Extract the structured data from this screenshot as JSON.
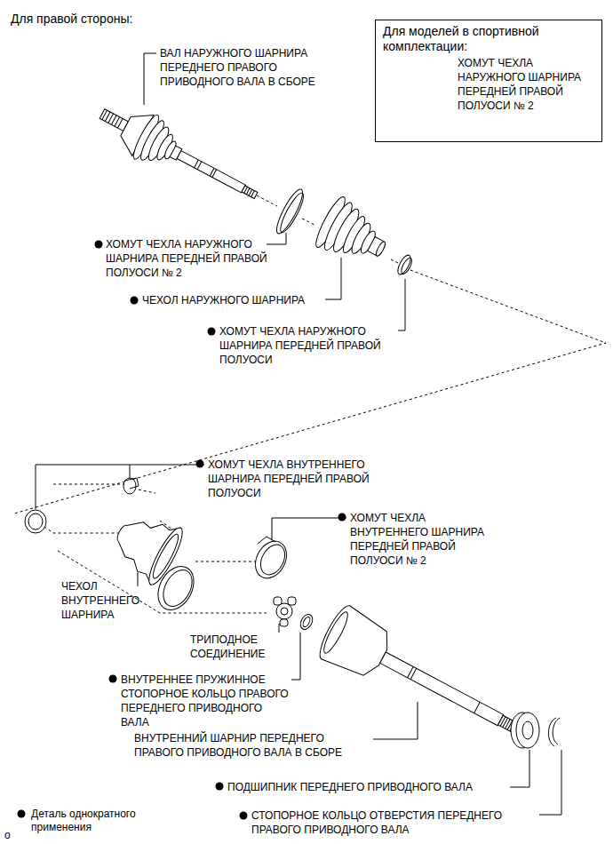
{
  "diagram": {
    "title": "Для правой стороны:",
    "nodes": [
      {
        "text": [
          "Для моделей в спортивной комплектации:",
          "ХОМУТ ЧЕХЛА НАРУЖНОГО ШАРНИРА ПЕРЕДНЕЙ ПРАВОЙ ПОЛУОСИ № 2"
        ]
      }
    ],
    "labels": [
      "ВАЛ НАРУЖНОГО ШАРНИРА ПЕРЕДНЕГО ПРАВОГО ПРИВОДНОГО ВАЛА В СБОРЕ",
      "ХОМУТ ЧЕХЛА НАРУЖНОГО ШАРНИРА ПЕРЕДНЕЙ ПРАВОЙ ПОЛУОСИ № 2",
      "ЧЕХОЛ НАРУЖНОГО ШАРНИРА",
      "ХОМУТ ЧЕХЛА НАРУЖНОГО ШАРНИРА ПЕРЕДНЕЙ ПРАВОЙ ПОЛУОСИ",
      "ХОМУТ ЧЕХЛА ВНУТРЕННЕГО ШАРНИРА ПЕРЕДНЕЙ ПРАВОЙ ПОЛУОСИ",
      "ХОМУТ ЧЕХЛА ВНУТРЕННЕГО ШАРНИРА ПЕРЕДНЕЙ ПРАВОЙ ПОЛУОСИ № 2",
      "ЧЕХОЛ ВНУТРЕННЕГО ШАРНИРА",
      "ТРИПОДНОЕ СОЕДИНЕНИЕ",
      "ВНУТРЕННЕЕ ПРУЖИННОЕ СТОПОРНОЕ КОЛЬЦО ПРАВОГО ПЕРЕДНЕГО ПРИВОДНОГО ВАЛА",
      "ВНУТРЕННИЙ ШАРНИР ПЕРЕДНЕГО ПРАВОГО ПРИВОДНОГО ВАЛА В СБОРЕ",
      "ПОДШИПНИК ПЕРЕДНЕГО ПРИВОДНОГО ВАЛА",
      "СТОПОРНОЕ КОЛЬЦО ОТВЕРСТИЯ ПЕРЕДНЕГО ПРАВОГО ПРИВОДНОГО ВАЛА",
      "o"
    ],
    "legend": [
      {
        "text": "Деталь однократного применения"
      }
    ]
  }
}
